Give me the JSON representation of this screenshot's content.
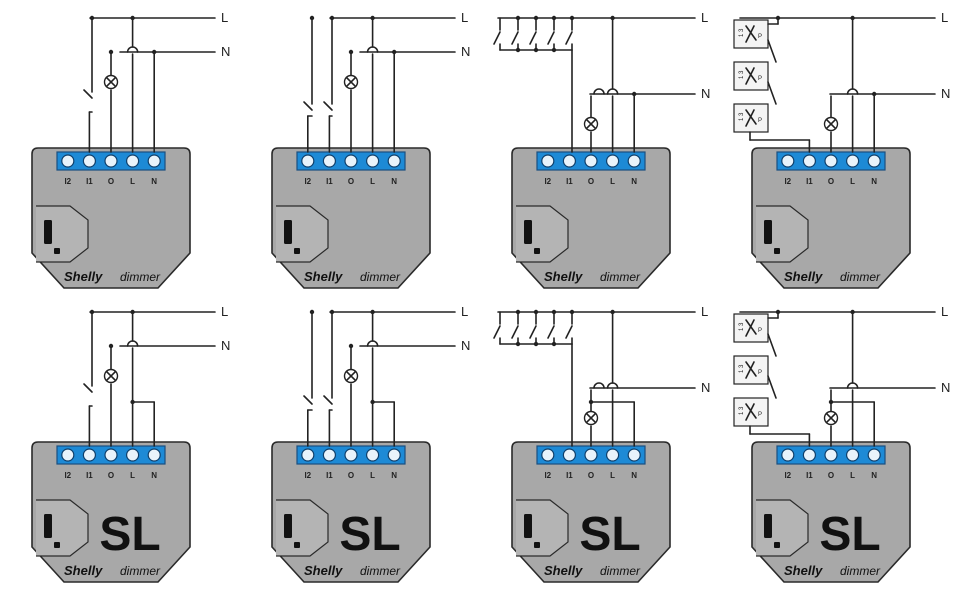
{
  "figure": {
    "rows": [
      {
        "row": "top",
        "variant": "standard",
        "badge": ""
      },
      {
        "row": "bottom",
        "variant": "SL",
        "badge": "SL"
      }
    ],
    "columns": [
      {
        "wiring": "single-switch"
      },
      {
        "wiring": "dual-switch"
      },
      {
        "wiring": "multiple-parallel-switches"
      },
      {
        "wiring": "cross-switches"
      }
    ]
  },
  "rail_labels": {
    "live": "L",
    "neutral": "N"
  },
  "device": {
    "brand": "Shelly",
    "model": "dimmer",
    "terminals": [
      "I2",
      "I1",
      "O",
      "L",
      "N"
    ]
  },
  "switch_labels": {
    "common": "1 3",
    "pin": "P"
  },
  "colors": {
    "body": "#a8a8a8",
    "terminal_strip": "#1d8ad6",
    "wire": "#222222",
    "background": "#ffffff"
  }
}
